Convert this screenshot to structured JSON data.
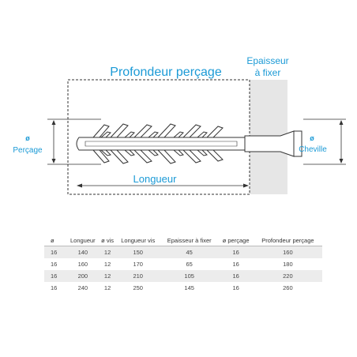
{
  "diagram": {
    "label_depth": "Profondeur perçage",
    "label_thickness_line1": "Epaisseur",
    "label_thickness_line2": "à fixer",
    "label_length": "Longueur",
    "label_drill": "Perçage",
    "label_plug": "Cheville",
    "diameter_symbol_left": "ø",
    "diameter_symbol_right": "ø",
    "colors": {
      "blue": "#1b9ad6",
      "wall": "#e6e6e6",
      "line": "#333333"
    }
  },
  "table": {
    "headers": [
      "ø",
      "Longueur",
      "ø vis",
      "Longueur vis",
      "Epaisseur à fixer",
      "ø perçage",
      "Profondeur perçage"
    ],
    "rows": [
      [
        "16",
        "140",
        "12",
        "150",
        "45",
        "16",
        "160"
      ],
      [
        "16",
        "160",
        "12",
        "170",
        "65",
        "16",
        "180"
      ],
      [
        "16",
        "200",
        "12",
        "210",
        "105",
        "16",
        "220"
      ],
      [
        "16",
        "240",
        "12",
        "250",
        "145",
        "16",
        "260"
      ]
    ]
  }
}
